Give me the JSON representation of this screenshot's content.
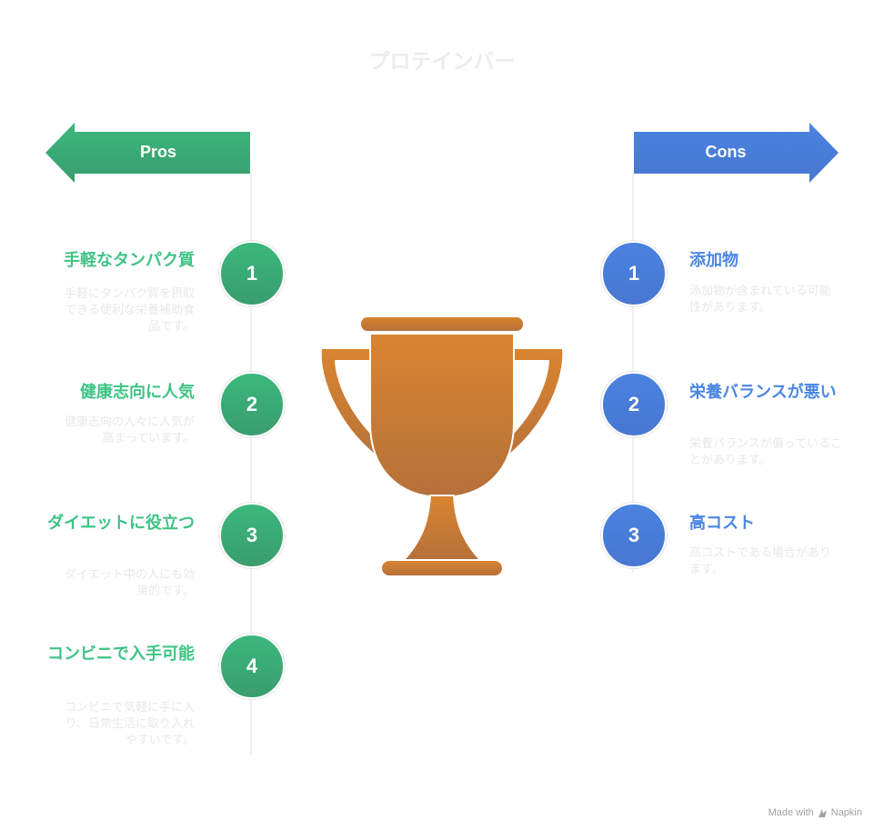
{
  "title": "プロテインバー",
  "pros": {
    "label": "Pros",
    "color": "#3bb87c",
    "items": [
      {
        "number": "1",
        "title": "手軽なタンパク質",
        "description": "手軽にタンパク質を摂取できる便利な栄養補助食品です。"
      },
      {
        "number": "2",
        "title": "健康志向に人気",
        "description": "健康志向の人々に人気が高まっています。"
      },
      {
        "number": "3",
        "title": "ダイエットに役立つ",
        "description": "ダイエット中の人にも効果的です。"
      },
      {
        "number": "4",
        "title": "コンビニで入手可能",
        "description": "コンビニで気軽に手に入り、日常生活に取り入れやすいです。"
      }
    ]
  },
  "cons": {
    "label": "Cons",
    "color": "#4a82e0",
    "items": [
      {
        "number": "1",
        "title": "添加物",
        "description": "添加物が含まれている可能性があります。"
      },
      {
        "number": "2",
        "title": "栄養バランスが悪い",
        "description": "栄養バランスが偏っていることがあります。"
      },
      {
        "number": "3",
        "title": "高コスト",
        "description": "高コストである場合があります。"
      }
    ]
  },
  "center_icon": "trophy-icon",
  "trophy_color": "#d68130",
  "footer": {
    "made_with": "Made with",
    "brand": "Napkin",
    "brand_icon": "napkin-logo-icon"
  }
}
